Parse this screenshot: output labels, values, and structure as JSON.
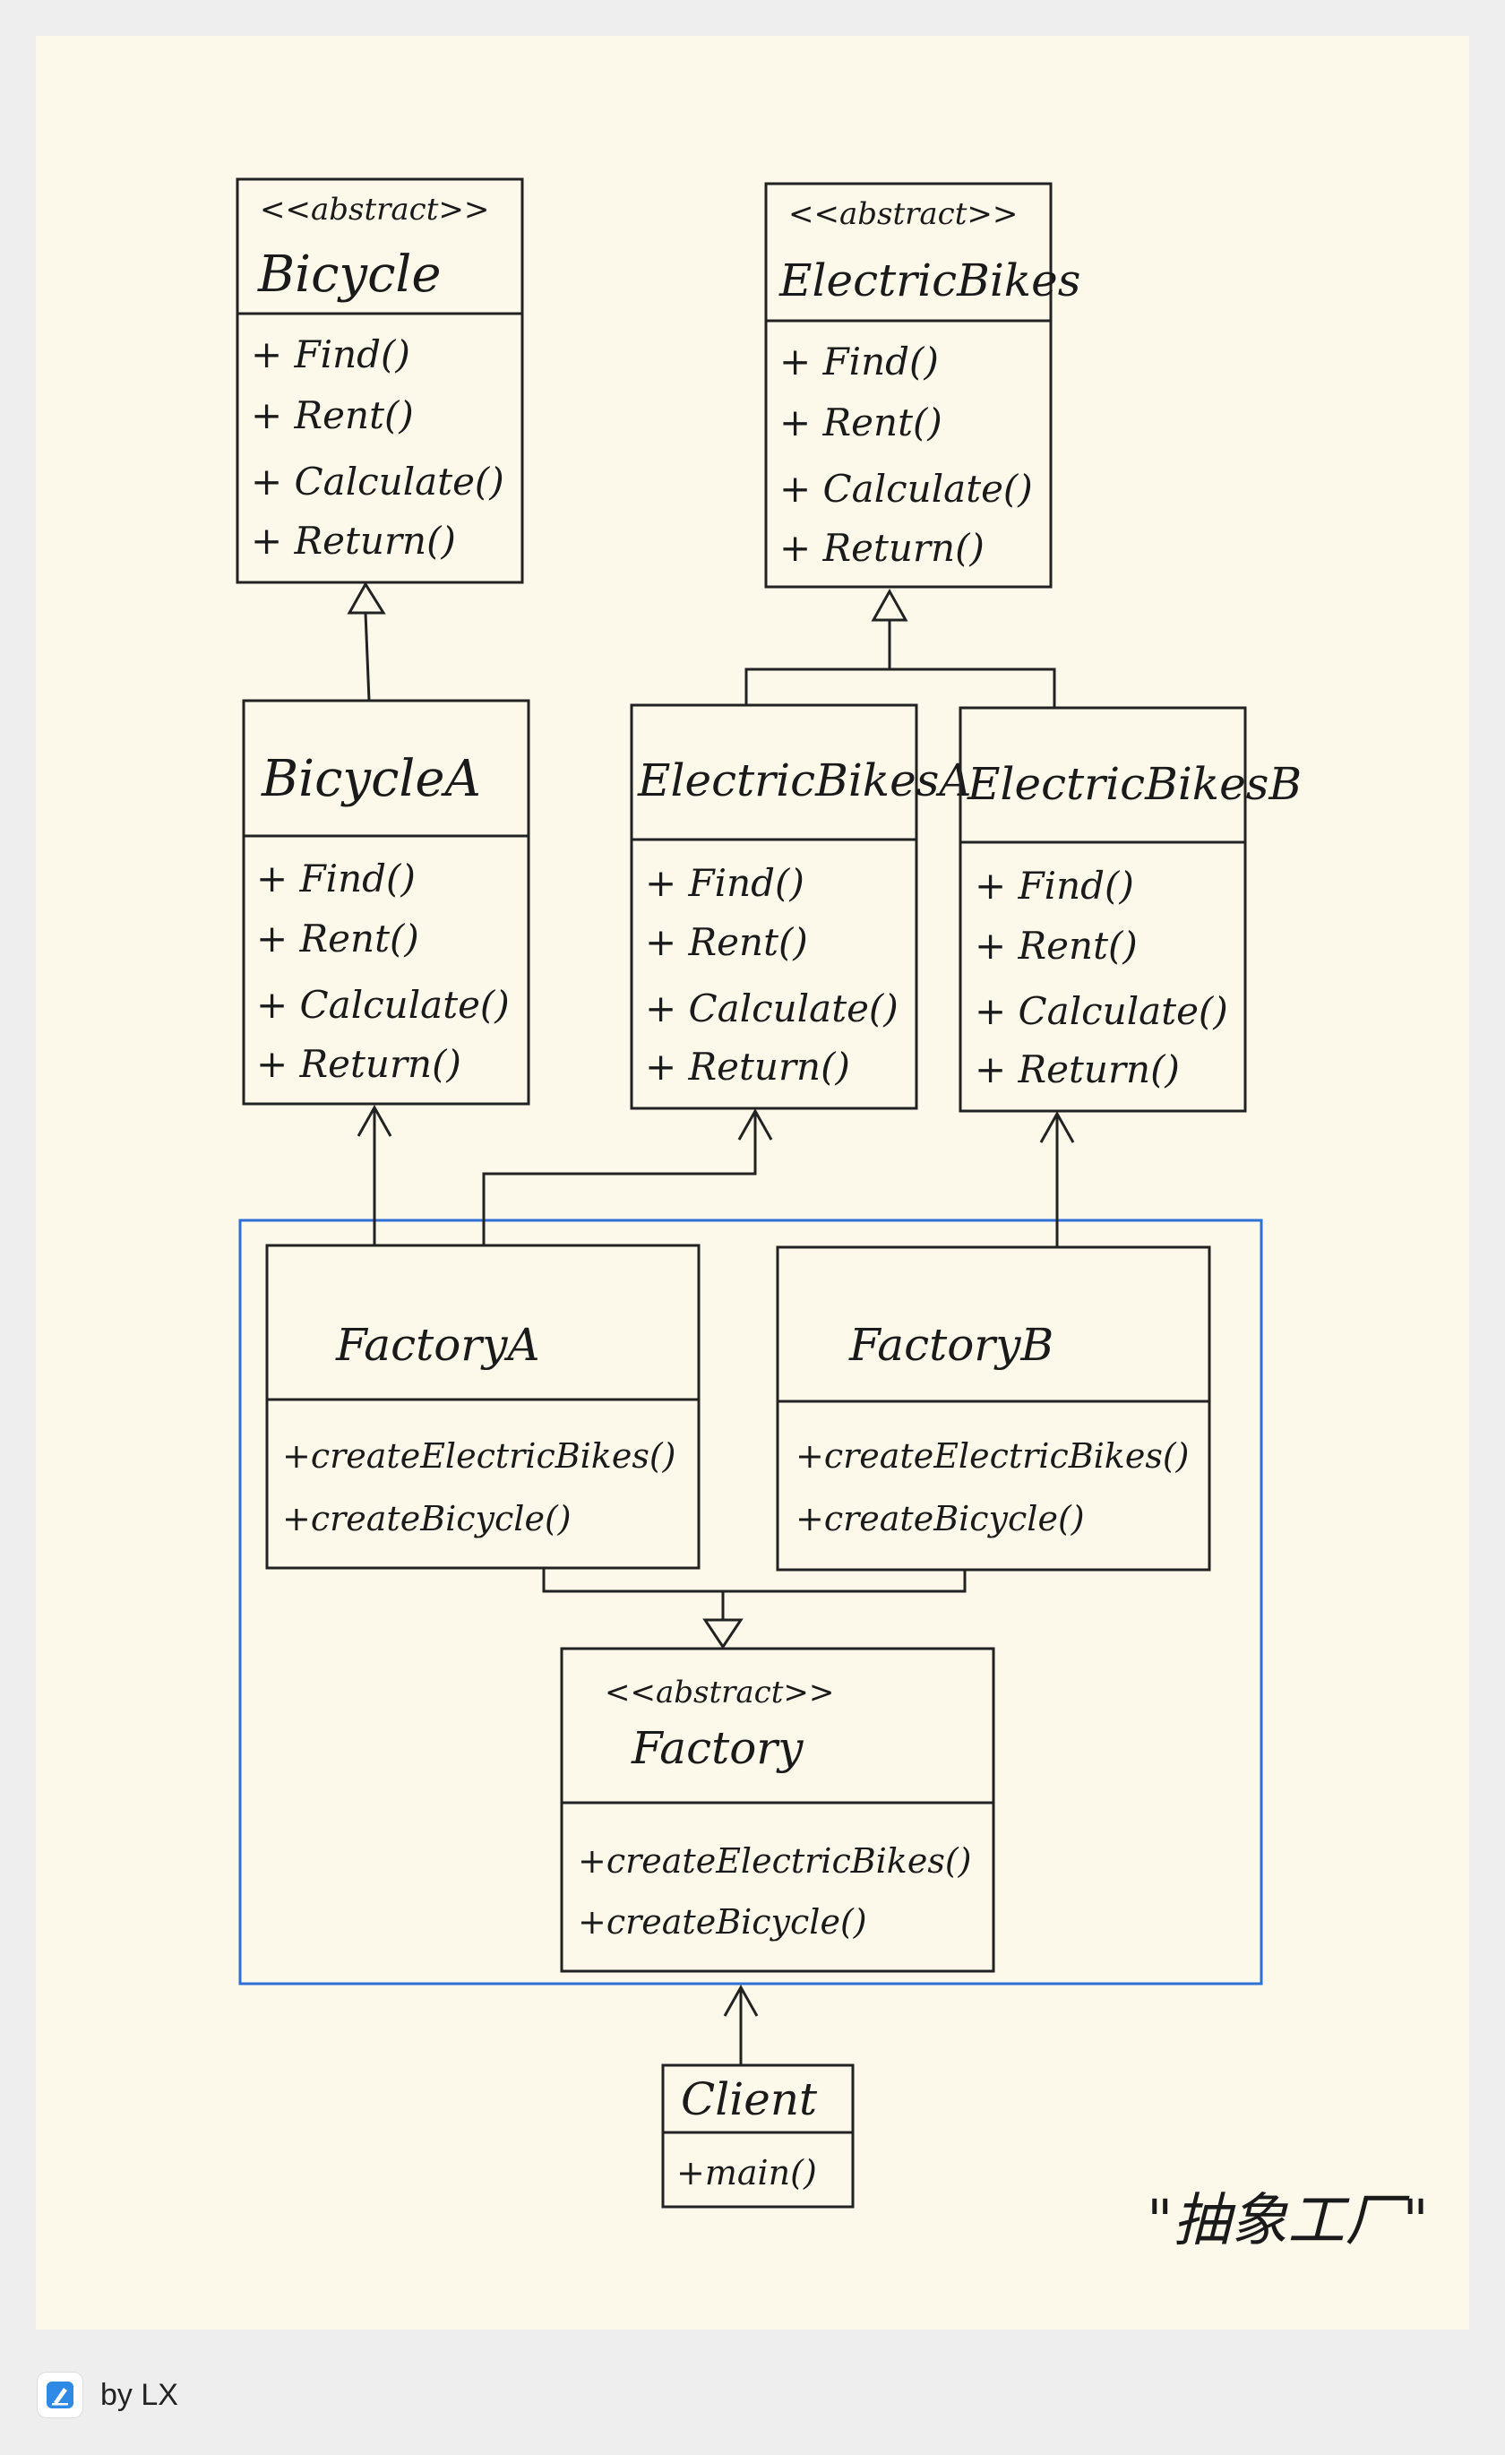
{
  "diagram": {
    "classes": {
      "bicycle": {
        "stereotype": "<<abstract>>",
        "name": "Bicycle",
        "methods": [
          "+ Find()",
          "+ Rent()",
          "+ Calculate()",
          "+ Return()"
        ]
      },
      "electric": {
        "stereotype": "<<abstract>>",
        "name": "ElectricBikes",
        "methods": [
          "+ Find()",
          "+ Rent()",
          "+ Calculate()",
          "+ Return()"
        ]
      },
      "bicycleA": {
        "name": "BicycleA",
        "methods": [
          "+ Find()",
          "+ Rent()",
          "+ Calculate()",
          "+ Return()"
        ]
      },
      "electricA": {
        "name": "ElectricBikesA",
        "methods": [
          "+ Find()",
          "+ Rent()",
          "+ Calculate()",
          "+ Return()"
        ]
      },
      "electricB": {
        "name": "ElectricBikesB",
        "methods": [
          "+ Find()",
          "+ Rent()",
          "+ Calculate()",
          "+ Return()"
        ]
      },
      "factoryA": {
        "name": "FactoryA",
        "methods": [
          "+createElectricBikes()",
          "+createBicycle()"
        ]
      },
      "factoryB": {
        "name": "FactoryB",
        "methods": [
          "+createElectricBikes()",
          "+createBicycle()"
        ]
      },
      "factory": {
        "stereotype": "<<abstract>>",
        "name": "Factory",
        "methods": [
          "+createElectricBikes()",
          "+createBicycle()"
        ]
      },
      "client": {
        "name": "Client",
        "methods": [
          "+main()"
        ]
      }
    },
    "note": "\"抽象工厂\"",
    "colors": {
      "paper": "#fdf9ea",
      "frame": "#2d6fd6",
      "ink": "#222222"
    }
  },
  "footer": {
    "logo_icon": "memo-app-icon",
    "text": "by LX"
  }
}
